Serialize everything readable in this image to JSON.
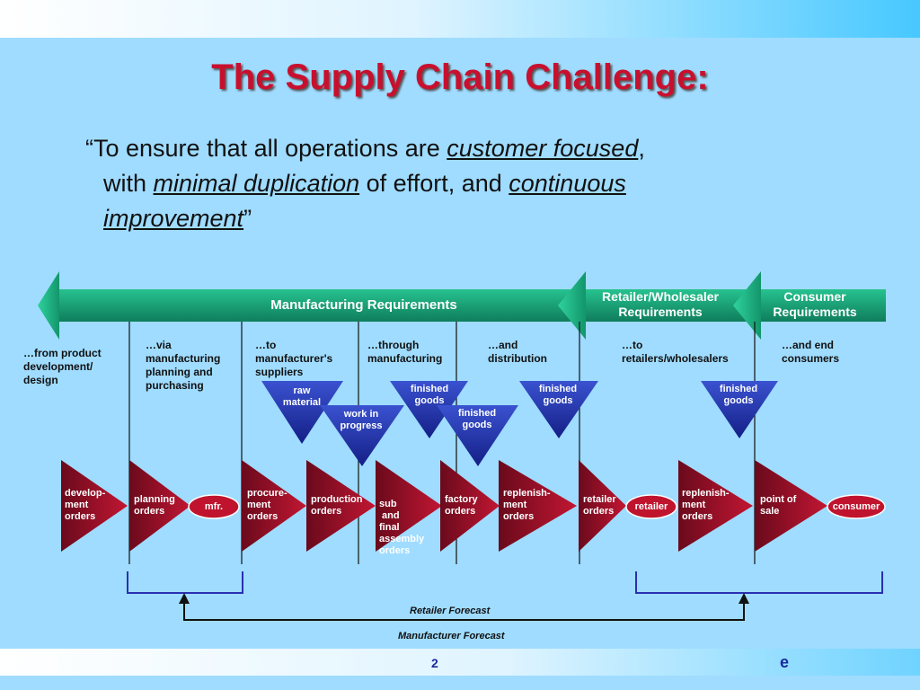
{
  "title": "The Supply Chain Challenge:",
  "quote": {
    "p1": "“To ensure that all operations are ",
    "e1": "customer focused",
    "p2": ",",
    "p3": "with ",
    "e2": "minimal duplication",
    "p4": " of effort, and ",
    "e3": "continuous",
    "e4": "improvement",
    "p5": "”"
  },
  "bands": {
    "manufacturing": "Manufacturing Requirements",
    "retailer_line1": "Retailer/Wholesaler",
    "retailer_line2": "Requirements",
    "consumer_line1": "Consumer",
    "consumer_line2": "Requirements"
  },
  "phases": {
    "p1": [
      "…from product",
      "development/",
      "design"
    ],
    "p2": [
      "…via",
      "manufacturing",
      "planning and",
      "purchasing"
    ],
    "p3": [
      "…to",
      "manufacturer's",
      "suppliers"
    ],
    "p4": [
      "…through",
      "manufacturing"
    ],
    "p5": [
      "…and",
      "distribution"
    ],
    "p6": [
      "…to",
      "retailers/wholesalers"
    ],
    "p7": [
      "…and end",
      "consumers"
    ]
  },
  "inventory": {
    "raw_material": [
      "raw",
      "material"
    ],
    "work_in_progress": [
      "work in",
      "progress"
    ],
    "finished_goods_1": [
      "finished",
      "goods"
    ],
    "finished_goods_2": [
      "finished",
      "goods"
    ],
    "finished_goods_3": [
      "finished",
      "goods"
    ],
    "finished_goods_4": [
      "finished",
      "goods"
    ]
  },
  "orders": {
    "development": [
      "develop-",
      "ment",
      "orders"
    ],
    "planning": [
      "planning",
      "orders"
    ],
    "procurement": [
      "procure-",
      "ment",
      "orders"
    ],
    "production": [
      "production",
      "orders"
    ],
    "sub_final": [
      "sub",
      " and",
      "final",
      "assembly",
      "orders"
    ],
    "factory": [
      "factory",
      "orders"
    ],
    "replenishment_1": [
      "replenish-",
      "ment",
      "orders"
    ],
    "retailer_orders": [
      "retailer",
      "orders"
    ],
    "replenishment_2": [
      "replenish-",
      "ment",
      "orders"
    ],
    "point_of_sale": [
      "point of",
      "sale"
    ]
  },
  "nodes": {
    "mfr": "mfr.",
    "retailer": "retailer",
    "consumer": "consumer"
  },
  "forecasts": {
    "retailer": "Retailer Forecast",
    "manufacturer": "Manufacturer Forecast"
  },
  "footer": {
    "page": "2",
    "mark": "e"
  },
  "colors": {
    "background": "#9fdcff",
    "title": "#c8102e",
    "band": "#1aa37a",
    "triangle_inventory": "#1f2fa8",
    "triangle_orders": "#8e1026",
    "node": "#c0142e",
    "bracket": "#2a2fb0"
  }
}
